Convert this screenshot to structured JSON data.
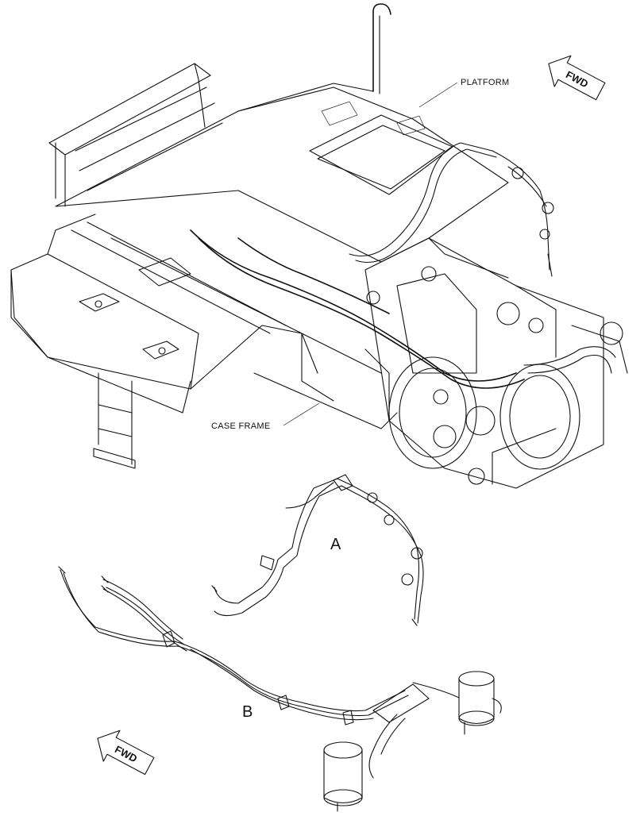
{
  "labels": {
    "platform": "PLATFORM",
    "case_frame": "CASE FRAME",
    "view_a": "A",
    "view_b": "B",
    "fwd_top": "FWD",
    "fwd_bottom": "FWD"
  }
}
